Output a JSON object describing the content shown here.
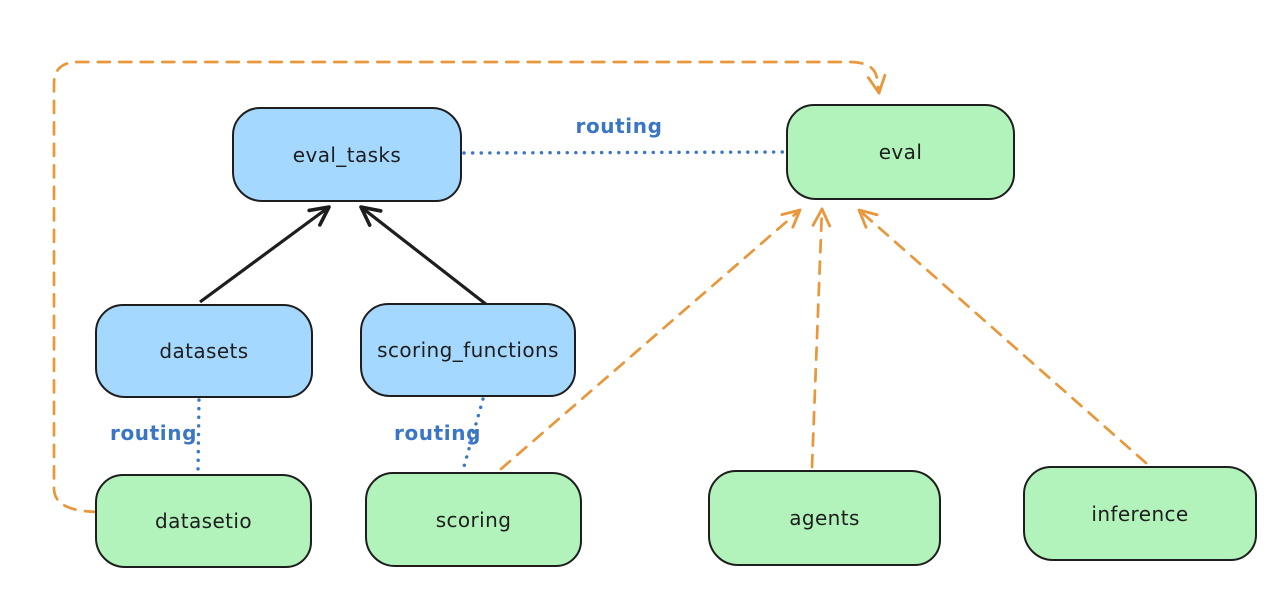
{
  "diagram": {
    "background": "#ffffff",
    "nodes": {
      "eval_tasks": {
        "label": "eval_tasks",
        "fill": "#a5d8ff"
      },
      "eval": {
        "label": "eval",
        "fill": "#b2f2bb"
      },
      "datasets": {
        "label": "datasets",
        "fill": "#a5d8ff"
      },
      "scoring_functions": {
        "label": "scoring_functions",
        "fill": "#a5d8ff"
      },
      "datasetio": {
        "label": "datasetio",
        "fill": "#b2f2bb"
      },
      "scoring": {
        "label": "scoring",
        "fill": "#b2f2bb"
      },
      "agents": {
        "label": "agents",
        "fill": "#b2f2bb"
      },
      "inference": {
        "label": "inference",
        "fill": "#b2f2bb"
      }
    },
    "edge_labels": {
      "eval_tasks_to_eval": "routing",
      "datasets_to_datasetio": "routing",
      "scoring_functions_to_scoring": "routing"
    },
    "colors": {
      "node_border": "#1e1e1e",
      "node_blue_fill": "#a5d8ff",
      "node_green_fill": "#b2f2bb",
      "black_arrow": "#1e1e1e",
      "routing_blue": "#3b76c5",
      "dashed_orange": "#e8973a",
      "label_text": "#1e1e1e"
    }
  }
}
